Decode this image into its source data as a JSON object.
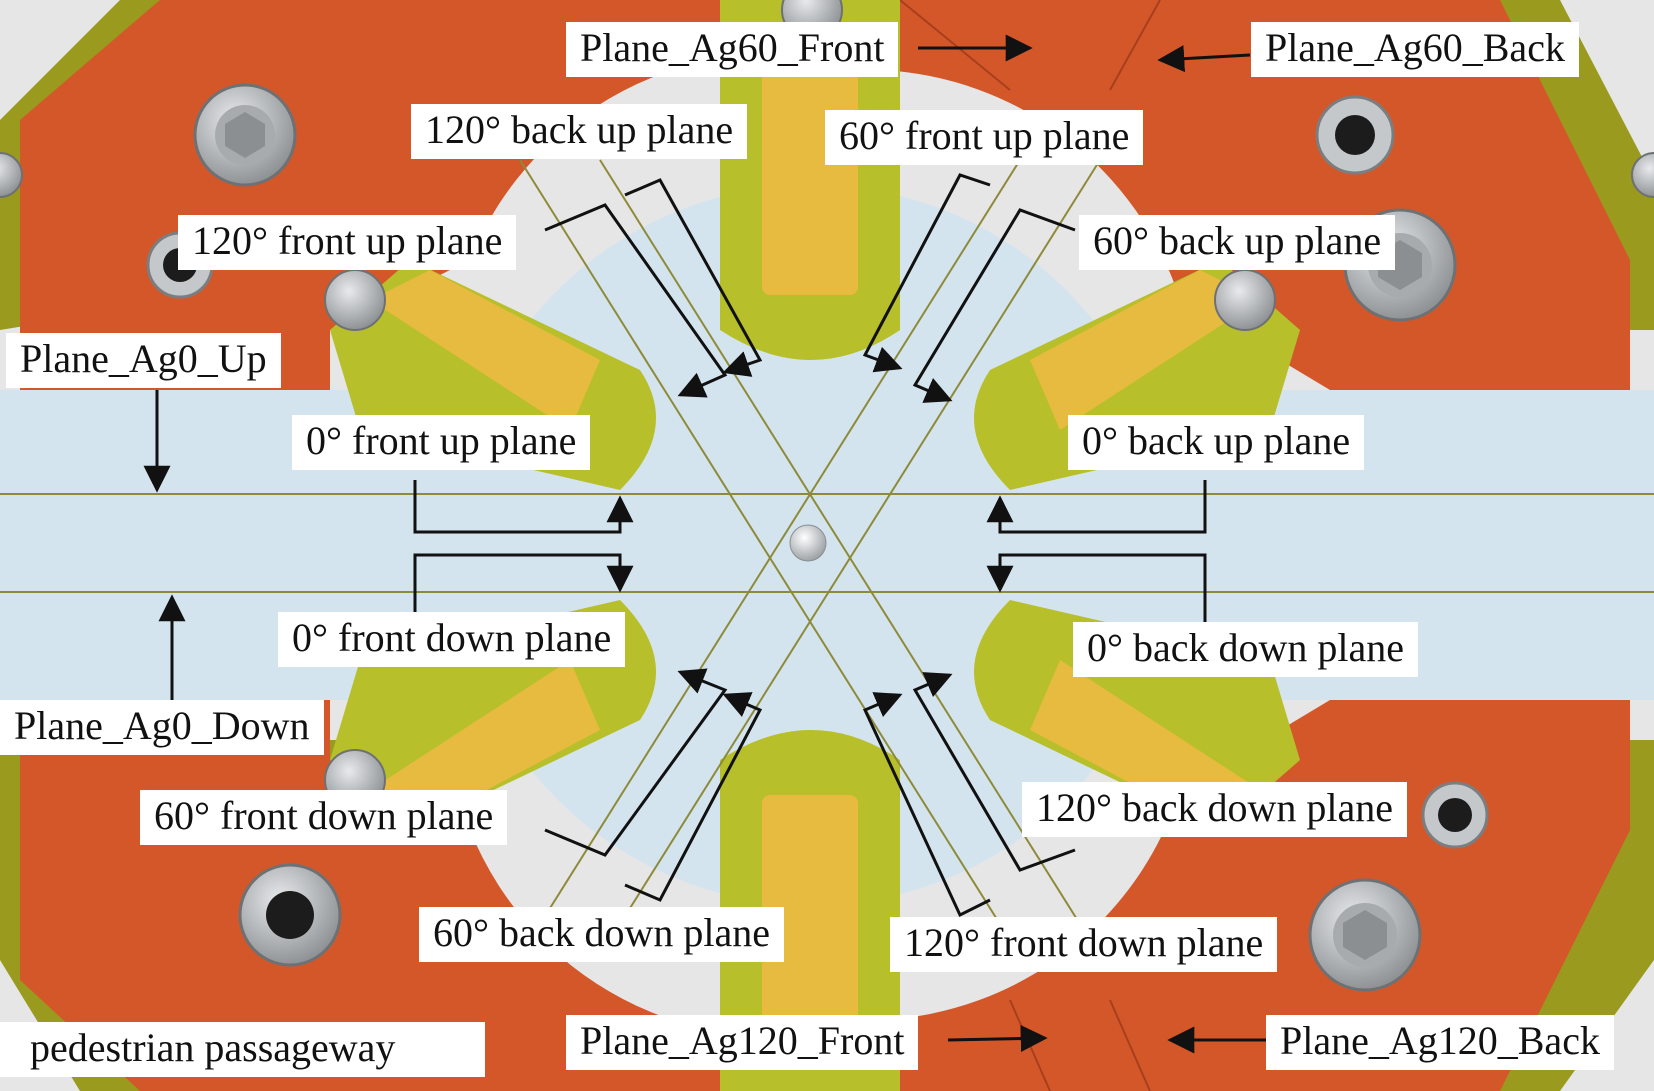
{
  "colors": {
    "background": "#e6e6e6",
    "orange_frame": "#d4572a",
    "olive_frame": "#9a9a1f",
    "lime_jaw": "#b7bf2a",
    "yellow_insert": "#e6bb3f",
    "passage_blue": "#d4e4ee",
    "guide_line": "#8d8a3a",
    "bolt_gray": "#b5b8bb",
    "label_bg": "#ffffff",
    "text": "#111111"
  },
  "labels": {
    "plane_ag60_front": "Plane_Ag60_Front",
    "plane_ag60_back": "Plane_Ag60_Back",
    "back_up_120": "120° back up plane",
    "front_up_60": "60° front up plane",
    "front_up_120": "120° front up plane",
    "back_up_60": "60° back up plane",
    "plane_ag0_up": "Plane_Ag0_Up",
    "front_up_0": "0° front up plane",
    "back_up_0": "0° back up plane",
    "front_down_0": "0° front down plane",
    "back_down_0": "0° back down plane",
    "plane_ag0_down": "Plane_Ag0_Down",
    "front_down_60": "60° front down plane",
    "back_down_120": "120° back down plane",
    "back_down_60": "60° back down plane",
    "front_down_120": "120° front down plane",
    "pedestrian_passageway": "pedestrian passageway",
    "plane_ag120_front": "Plane_Ag120_Front",
    "plane_ag120_back": "Plane_Ag120_Back"
  }
}
